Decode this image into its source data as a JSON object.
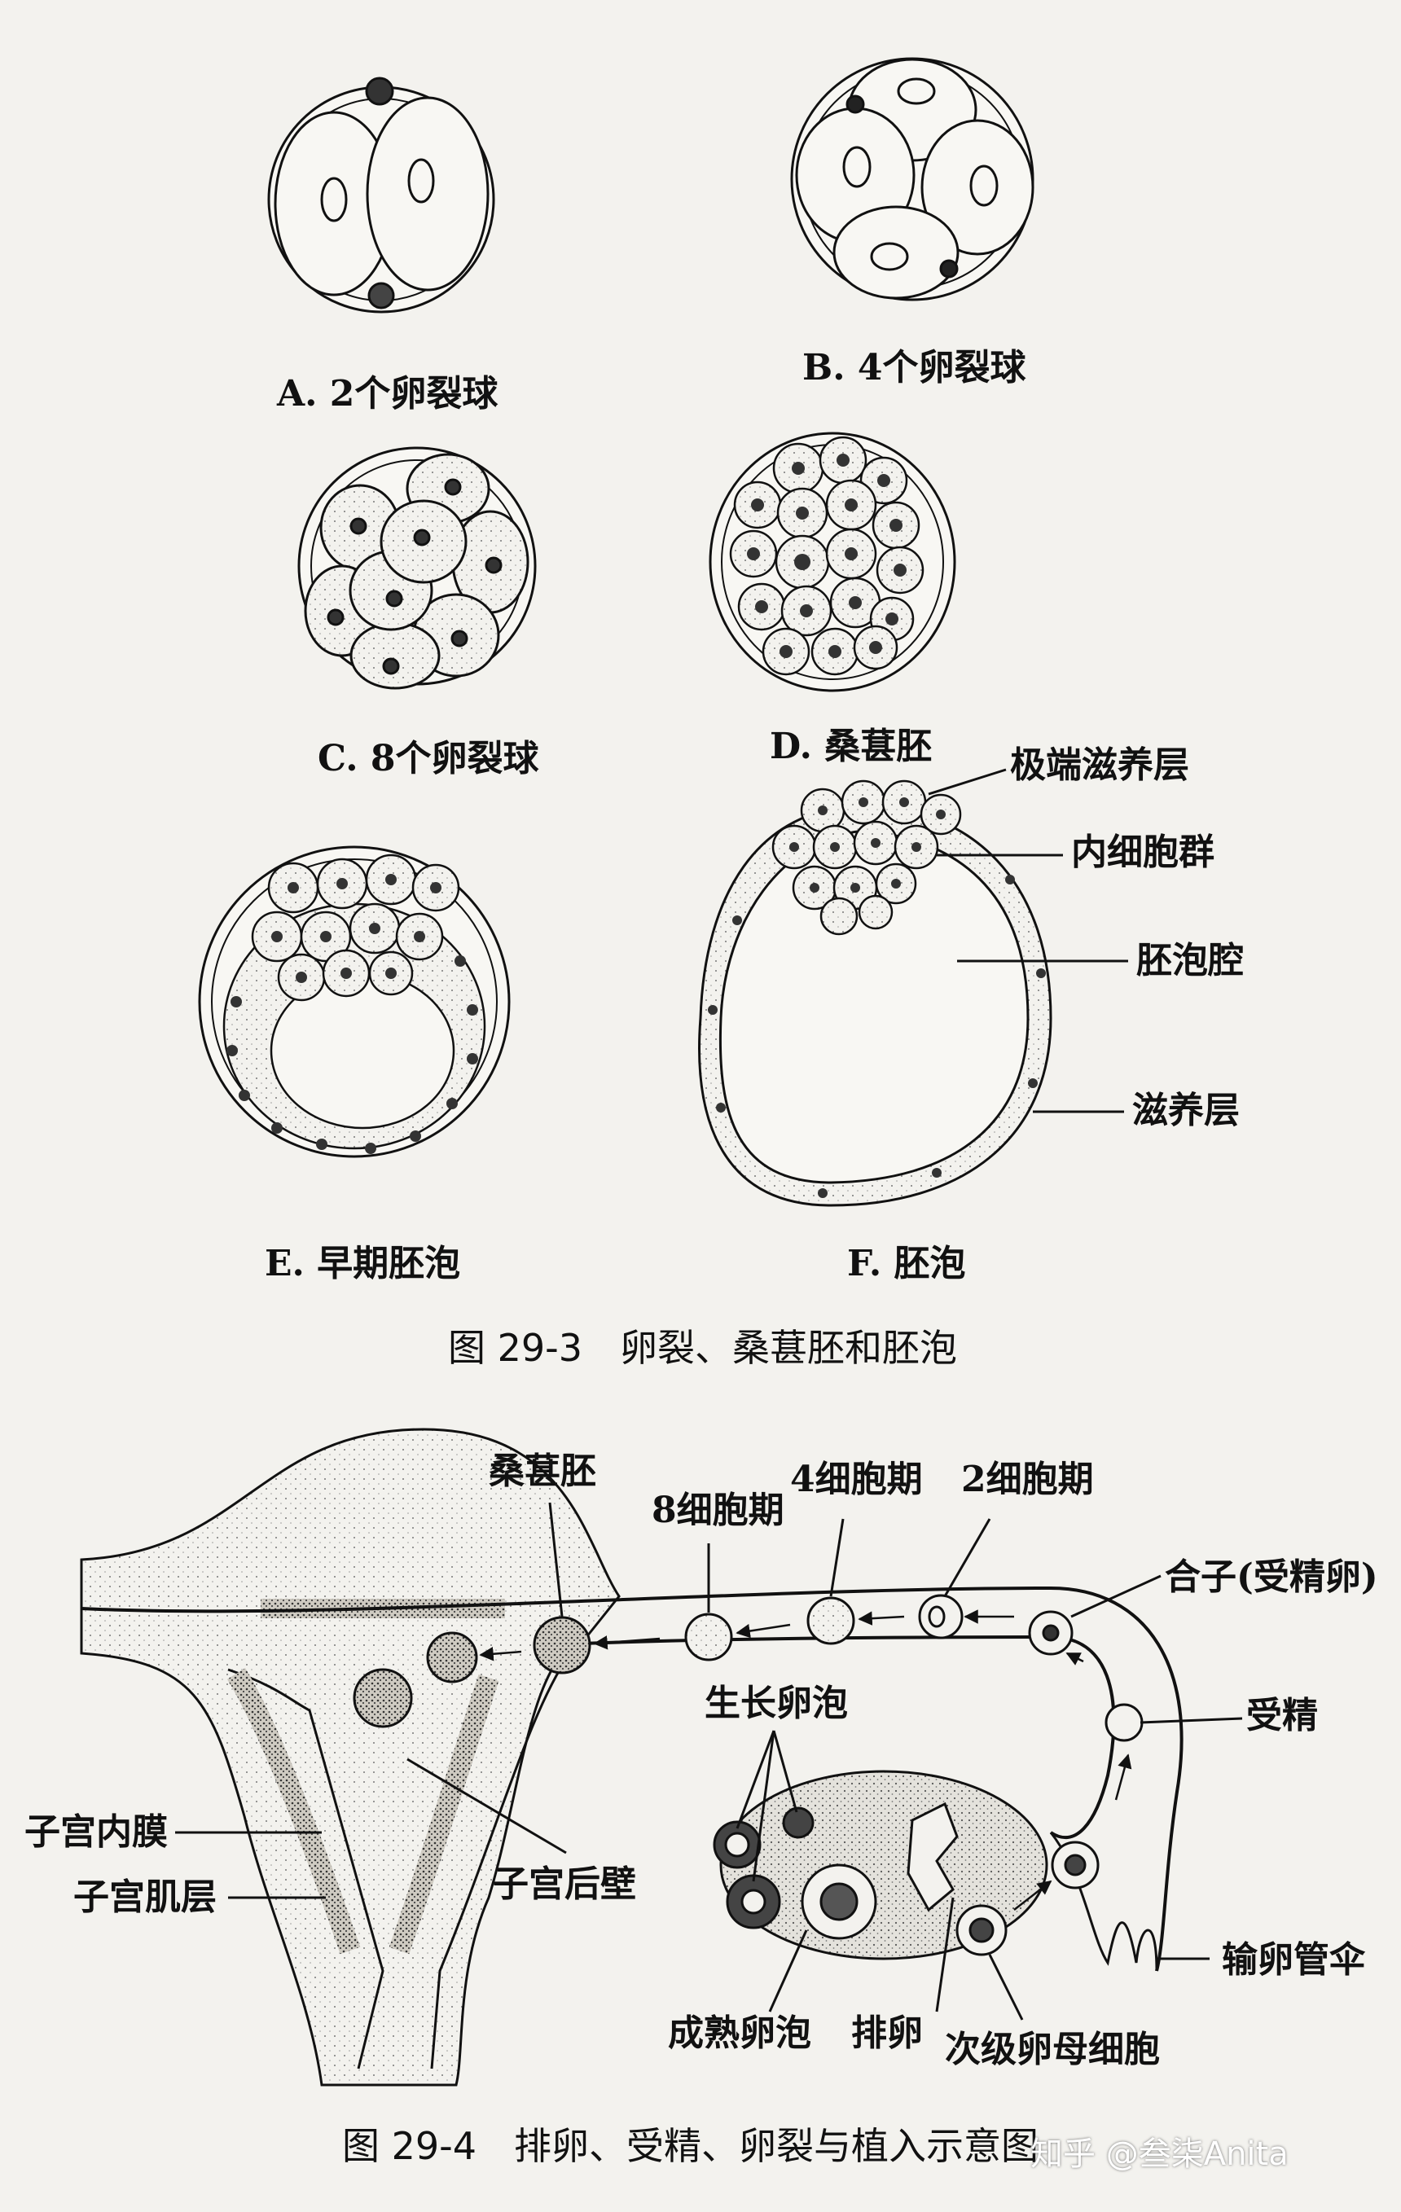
{
  "figure1": {
    "caption": "图 29-3　卵裂、桑葚胚和胚泡",
    "panels": {
      "a": "A. 2个卵裂球",
      "b": "B. 4个卵裂球",
      "c": "C. 8个卵裂球",
      "d": "D. 桑葚胚",
      "e": "E. 早期胚泡",
      "f": "F. 胚泡"
    },
    "labels": {
      "polar_trophoblast": "极端滋养层",
      "inner_cell_mass": "内细胞群",
      "blastocoel": "胚泡腔",
      "trophoblast": "滋养层"
    }
  },
  "figure2": {
    "caption": "图 29-4　排卵、受精、卵裂与植入示意图",
    "labels": {
      "morula": "桑葚胚",
      "eight_cell": "8细胞期",
      "four_cell": "4细胞期",
      "two_cell": "2细胞期",
      "zygote": "合子(受精卵)",
      "fertilization": "受精",
      "growing_follicle": "生长卵泡",
      "endometrium": "子宫内膜",
      "myometrium": "子宫肌层",
      "posterior_wall": "子宫后壁",
      "fimbria": "输卵管伞",
      "mature_follicle": "成熟卵泡",
      "ovulation": "排卵",
      "secondary_oocyte": "次级卵母细胞"
    }
  },
  "watermark": "知乎 @叁柒Anita"
}
